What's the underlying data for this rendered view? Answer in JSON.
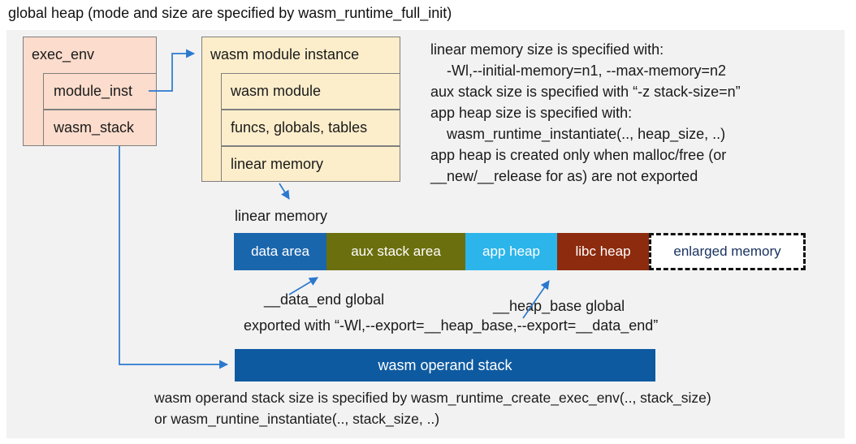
{
  "title": "global heap (mode and size are specified by wasm_runtime_full_init)",
  "exec_env": {
    "header": "exec_env",
    "rows": [
      "module_inst",
      "wasm_stack"
    ]
  },
  "module_instance": {
    "header": "wasm module instance",
    "rows": [
      "wasm module",
      "funcs, globals, tables",
      "linear memory"
    ]
  },
  "right_notes": {
    "lines": [
      "linear memory size is specified with:",
      "-Wl,--initial-memory=n1, --max-memory=n2",
      "aux stack size is specified with “-z stack-size=n”",
      "app heap size is specified with:",
      "wasm_runtime_instantiate(.., heap_size, ..)",
      "app heap is created only when malloc/free (or",
      "__new/__release for as) are not exported"
    ]
  },
  "linear_memory": {
    "label": "linear memory",
    "segments": [
      {
        "label": "data area",
        "color": "#1a66ad"
      },
      {
        "label": "aux stack area",
        "color": "#6b6f0d"
      },
      {
        "label": "app heap",
        "color": "#2cb5ea"
      },
      {
        "label": "libc heap",
        "color": "#8d2b0e"
      },
      {
        "label": "enlarged memory",
        "color": "#ffffff",
        "text_color": "#18315f",
        "border": "dashed"
      }
    ],
    "annotations": {
      "data_end": "__data_end global",
      "heap_base": "__heap_base global",
      "exported": "exported with “-Wl,--export=__heap_base,--export=__data_end”"
    }
  },
  "operand_stack": {
    "label": "wasm operand stack",
    "notes": [
      "wasm operand stack size is specified by wasm_runtime_create_exec_env(.., stack_size)",
      "or wasm_runtine_instantiate(.., stack_size, ..)"
    ]
  },
  "colors": {
    "canvas": "#f2f2f2",
    "exec_env_fill": "#fcdccc",
    "module_instance_fill": "#fdeecb",
    "box_border": "#7f7f7f",
    "connector": "#2b79cf",
    "operand_bar": "#0e5aa0"
  }
}
